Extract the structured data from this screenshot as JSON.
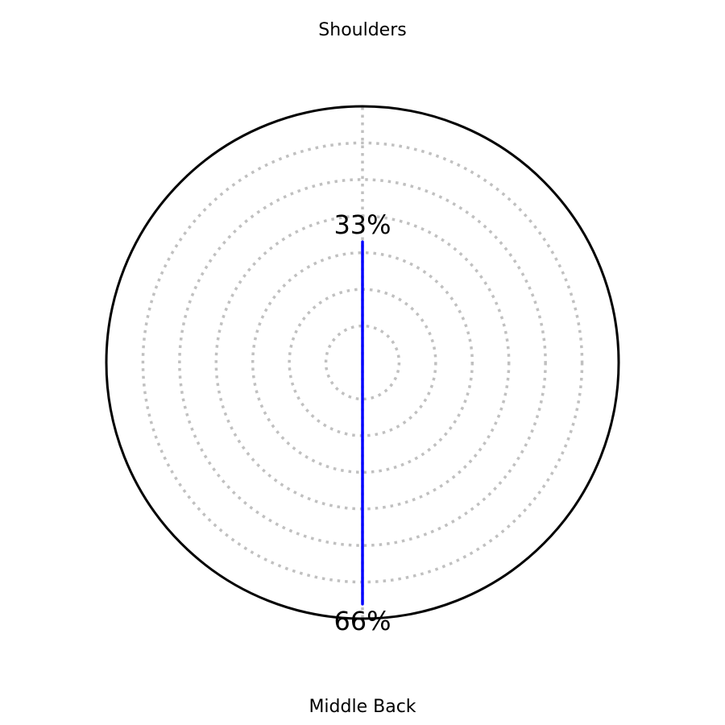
{
  "chart_data": {
    "type": "radar",
    "axes": [
      "Shoulders",
      "Middle Back"
    ],
    "values": [
      33,
      66
    ],
    "value_labels": [
      "33%",
      "66%"
    ],
    "rlim": [
      0,
      70
    ],
    "rgrid": [
      10,
      20,
      30,
      40,
      50,
      60
    ],
    "grid": true,
    "grid_style": "dotted",
    "legend": "none",
    "colors": {
      "series": "#0000ff",
      "grid": "#c0c0c0",
      "frame": "#000000"
    }
  }
}
